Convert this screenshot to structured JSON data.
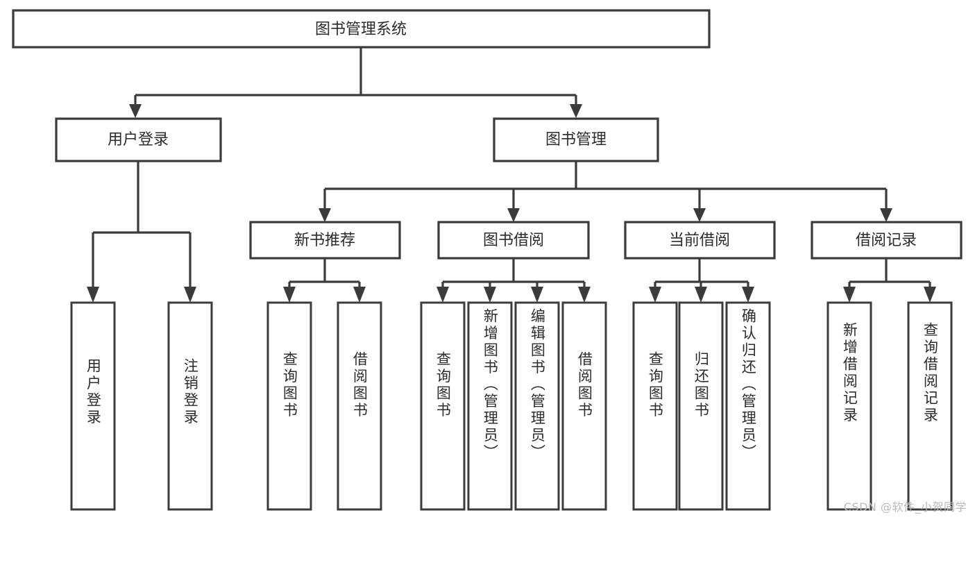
{
  "diagram": {
    "title": "图书管理系统",
    "type": "tree-hierarchy-chart",
    "colors": {
      "stroke": "#3b3b3b",
      "fill": "#ffffff",
      "text": "#2b2b2b",
      "watermark": "#b9b9b9"
    },
    "root": {
      "label": "图书管理系统"
    },
    "level2": [
      {
        "label": "用户登录"
      },
      {
        "label": "图书管理"
      }
    ],
    "level3": [
      {
        "label": "新书推荐"
      },
      {
        "label": "图书借阅"
      },
      {
        "label": "当前借阅"
      },
      {
        "label": "借阅记录"
      }
    ],
    "leaves": {
      "user_login": [
        {
          "label": "用户登录"
        },
        {
          "label": "注销登录"
        }
      ],
      "new_book_recommend": [
        {
          "label": "查询图书"
        },
        {
          "label": "借阅图书"
        }
      ],
      "book_borrow": [
        {
          "label": "查询图书"
        },
        {
          "label": "新增图书（管理员）"
        },
        {
          "label": "编辑图书（管理员）"
        },
        {
          "label": "借阅图书"
        }
      ],
      "current_borrow": [
        {
          "label": "查询图书"
        },
        {
          "label": "归还图书"
        },
        {
          "label": "确认归还（管理员）"
        }
      ],
      "borrow_record": [
        {
          "label": "新增借阅记录"
        },
        {
          "label": "查询借阅记录"
        }
      ]
    }
  },
  "watermark": {
    "text": "CSDN @软件_小贺同学"
  }
}
